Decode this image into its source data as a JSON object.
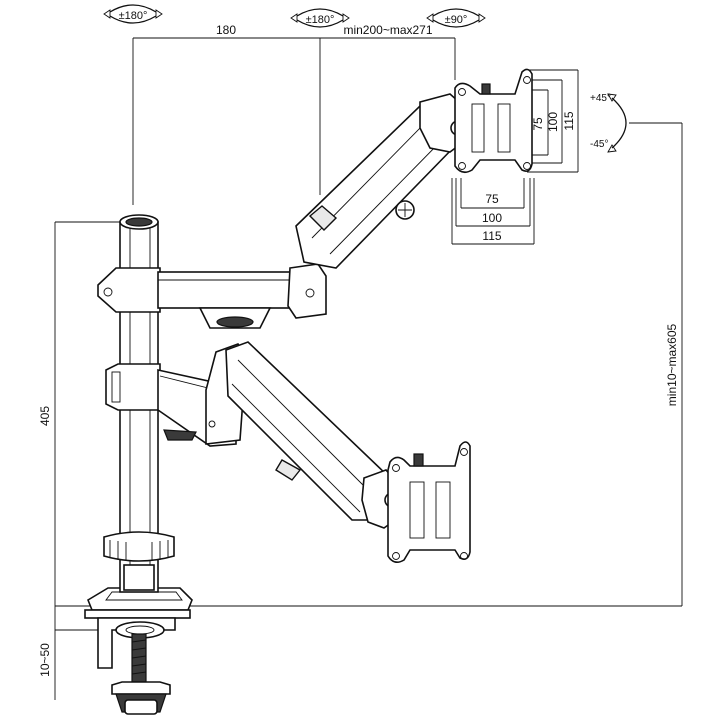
{
  "rotation_labels": {
    "base_swivel": "±180°",
    "arm_swivel": "±180°",
    "plate_rotate": "±90°"
  },
  "tilt_labels": {
    "up": "+45°",
    "down": "-45°"
  },
  "dimensions": {
    "arm_span": "180",
    "extension": "min200~max271",
    "height_range": "min10~max605",
    "pole_height": "405",
    "clamp_range": "10~50",
    "vesa_75_h": "75",
    "vesa_100_h": "100",
    "vesa_115_h": "115",
    "vesa_75_v": "75",
    "vesa_100_v": "100",
    "vesa_115_v": "115"
  }
}
